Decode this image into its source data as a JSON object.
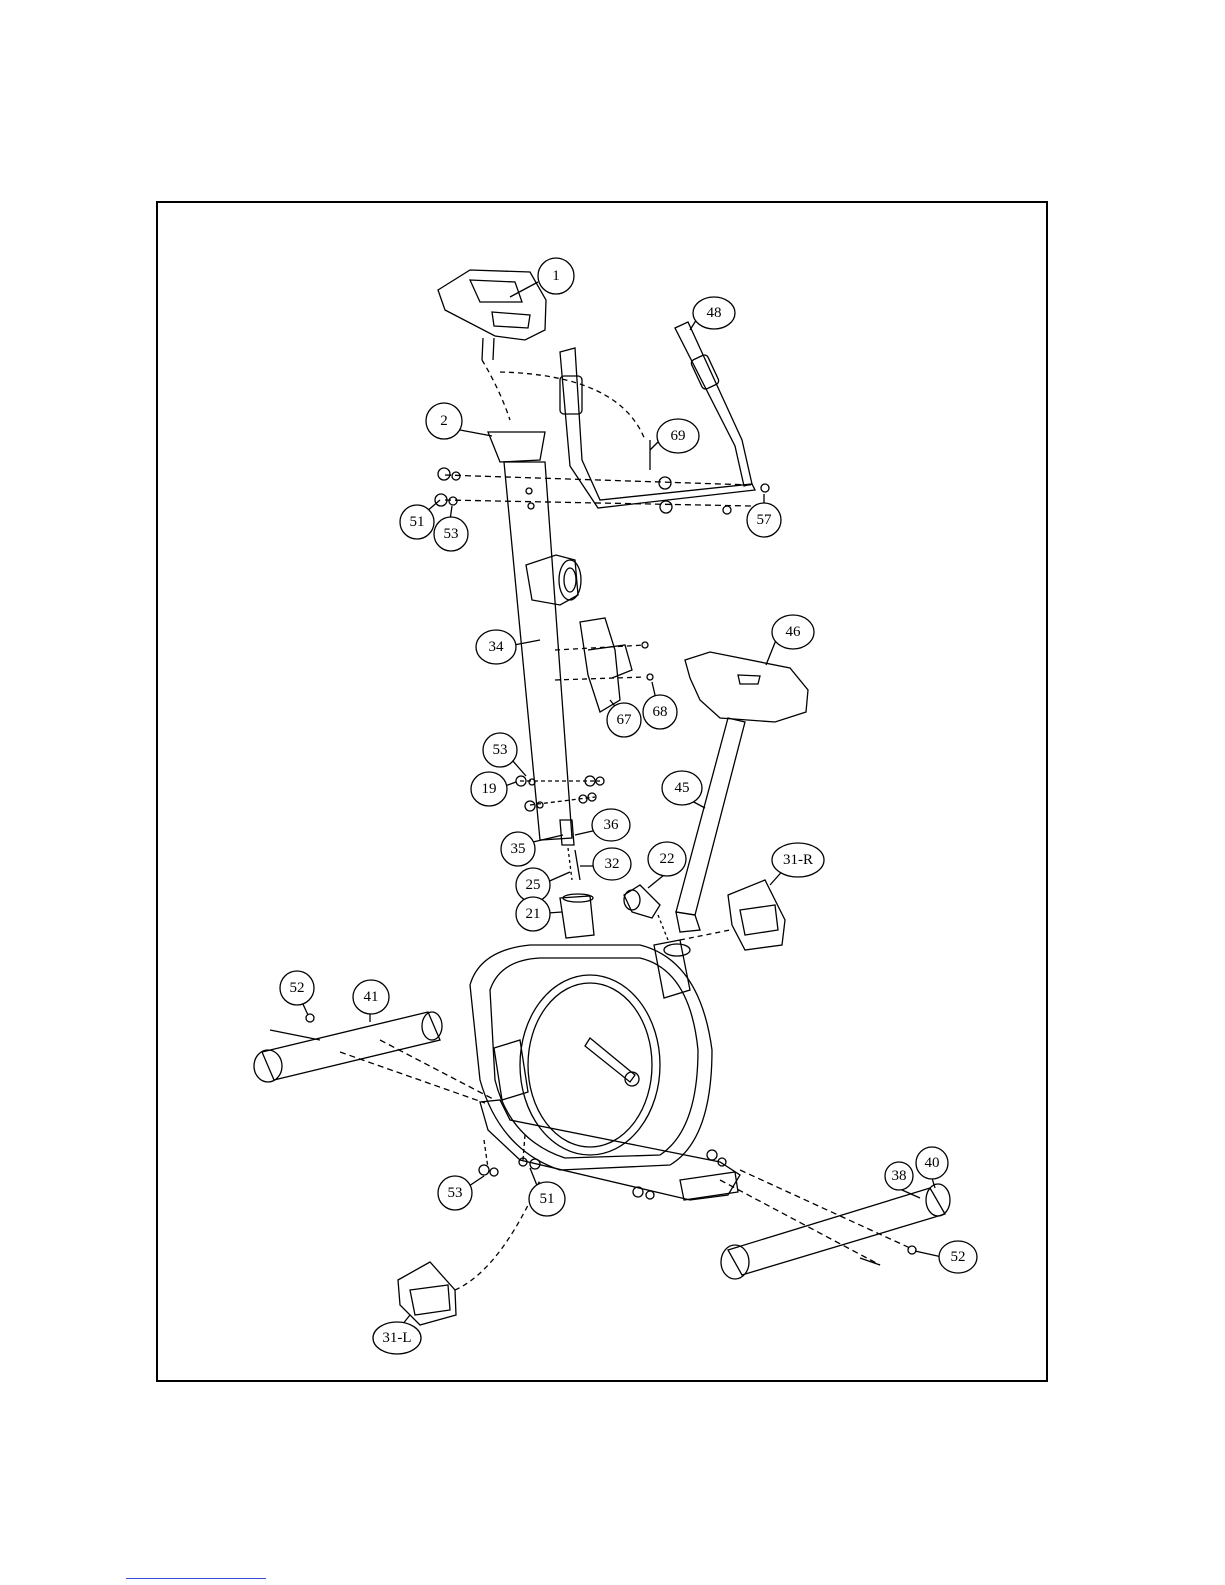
{
  "callouts": [
    {
      "id": "c1",
      "label": "1"
    },
    {
      "id": "c48",
      "label": "48"
    },
    {
      "id": "c2",
      "label": "2"
    },
    {
      "id": "c69",
      "label": "69"
    },
    {
      "id": "c51a",
      "label": "51"
    },
    {
      "id": "c53a",
      "label": "53"
    },
    {
      "id": "c57",
      "label": "57"
    },
    {
      "id": "c46",
      "label": "46"
    },
    {
      "id": "c34",
      "label": "34"
    },
    {
      "id": "c67",
      "label": "67"
    },
    {
      "id": "c68",
      "label": "68"
    },
    {
      "id": "c53b",
      "label": "53"
    },
    {
      "id": "c19",
      "label": "19"
    },
    {
      "id": "c45",
      "label": "45"
    },
    {
      "id": "c36",
      "label": "36"
    },
    {
      "id": "c35",
      "label": "35"
    },
    {
      "id": "c32",
      "label": "32"
    },
    {
      "id": "c22",
      "label": "22"
    },
    {
      "id": "c31r",
      "label": "31-R"
    },
    {
      "id": "c25",
      "label": "25"
    },
    {
      "id": "c21",
      "label": "21"
    },
    {
      "id": "c52a",
      "label": "52"
    },
    {
      "id": "c41",
      "label": "41"
    },
    {
      "id": "c40",
      "label": "40"
    },
    {
      "id": "c38",
      "label": "38"
    },
    {
      "id": "c53c",
      "label": "53"
    },
    {
      "id": "c51b",
      "label": "51"
    },
    {
      "id": "c52b",
      "label": "52"
    },
    {
      "id": "c31l",
      "label": "31-L"
    }
  ],
  "colors": {
    "line": "#000000",
    "paper": "#ffffff",
    "footer_link": "#3a4bd8"
  }
}
